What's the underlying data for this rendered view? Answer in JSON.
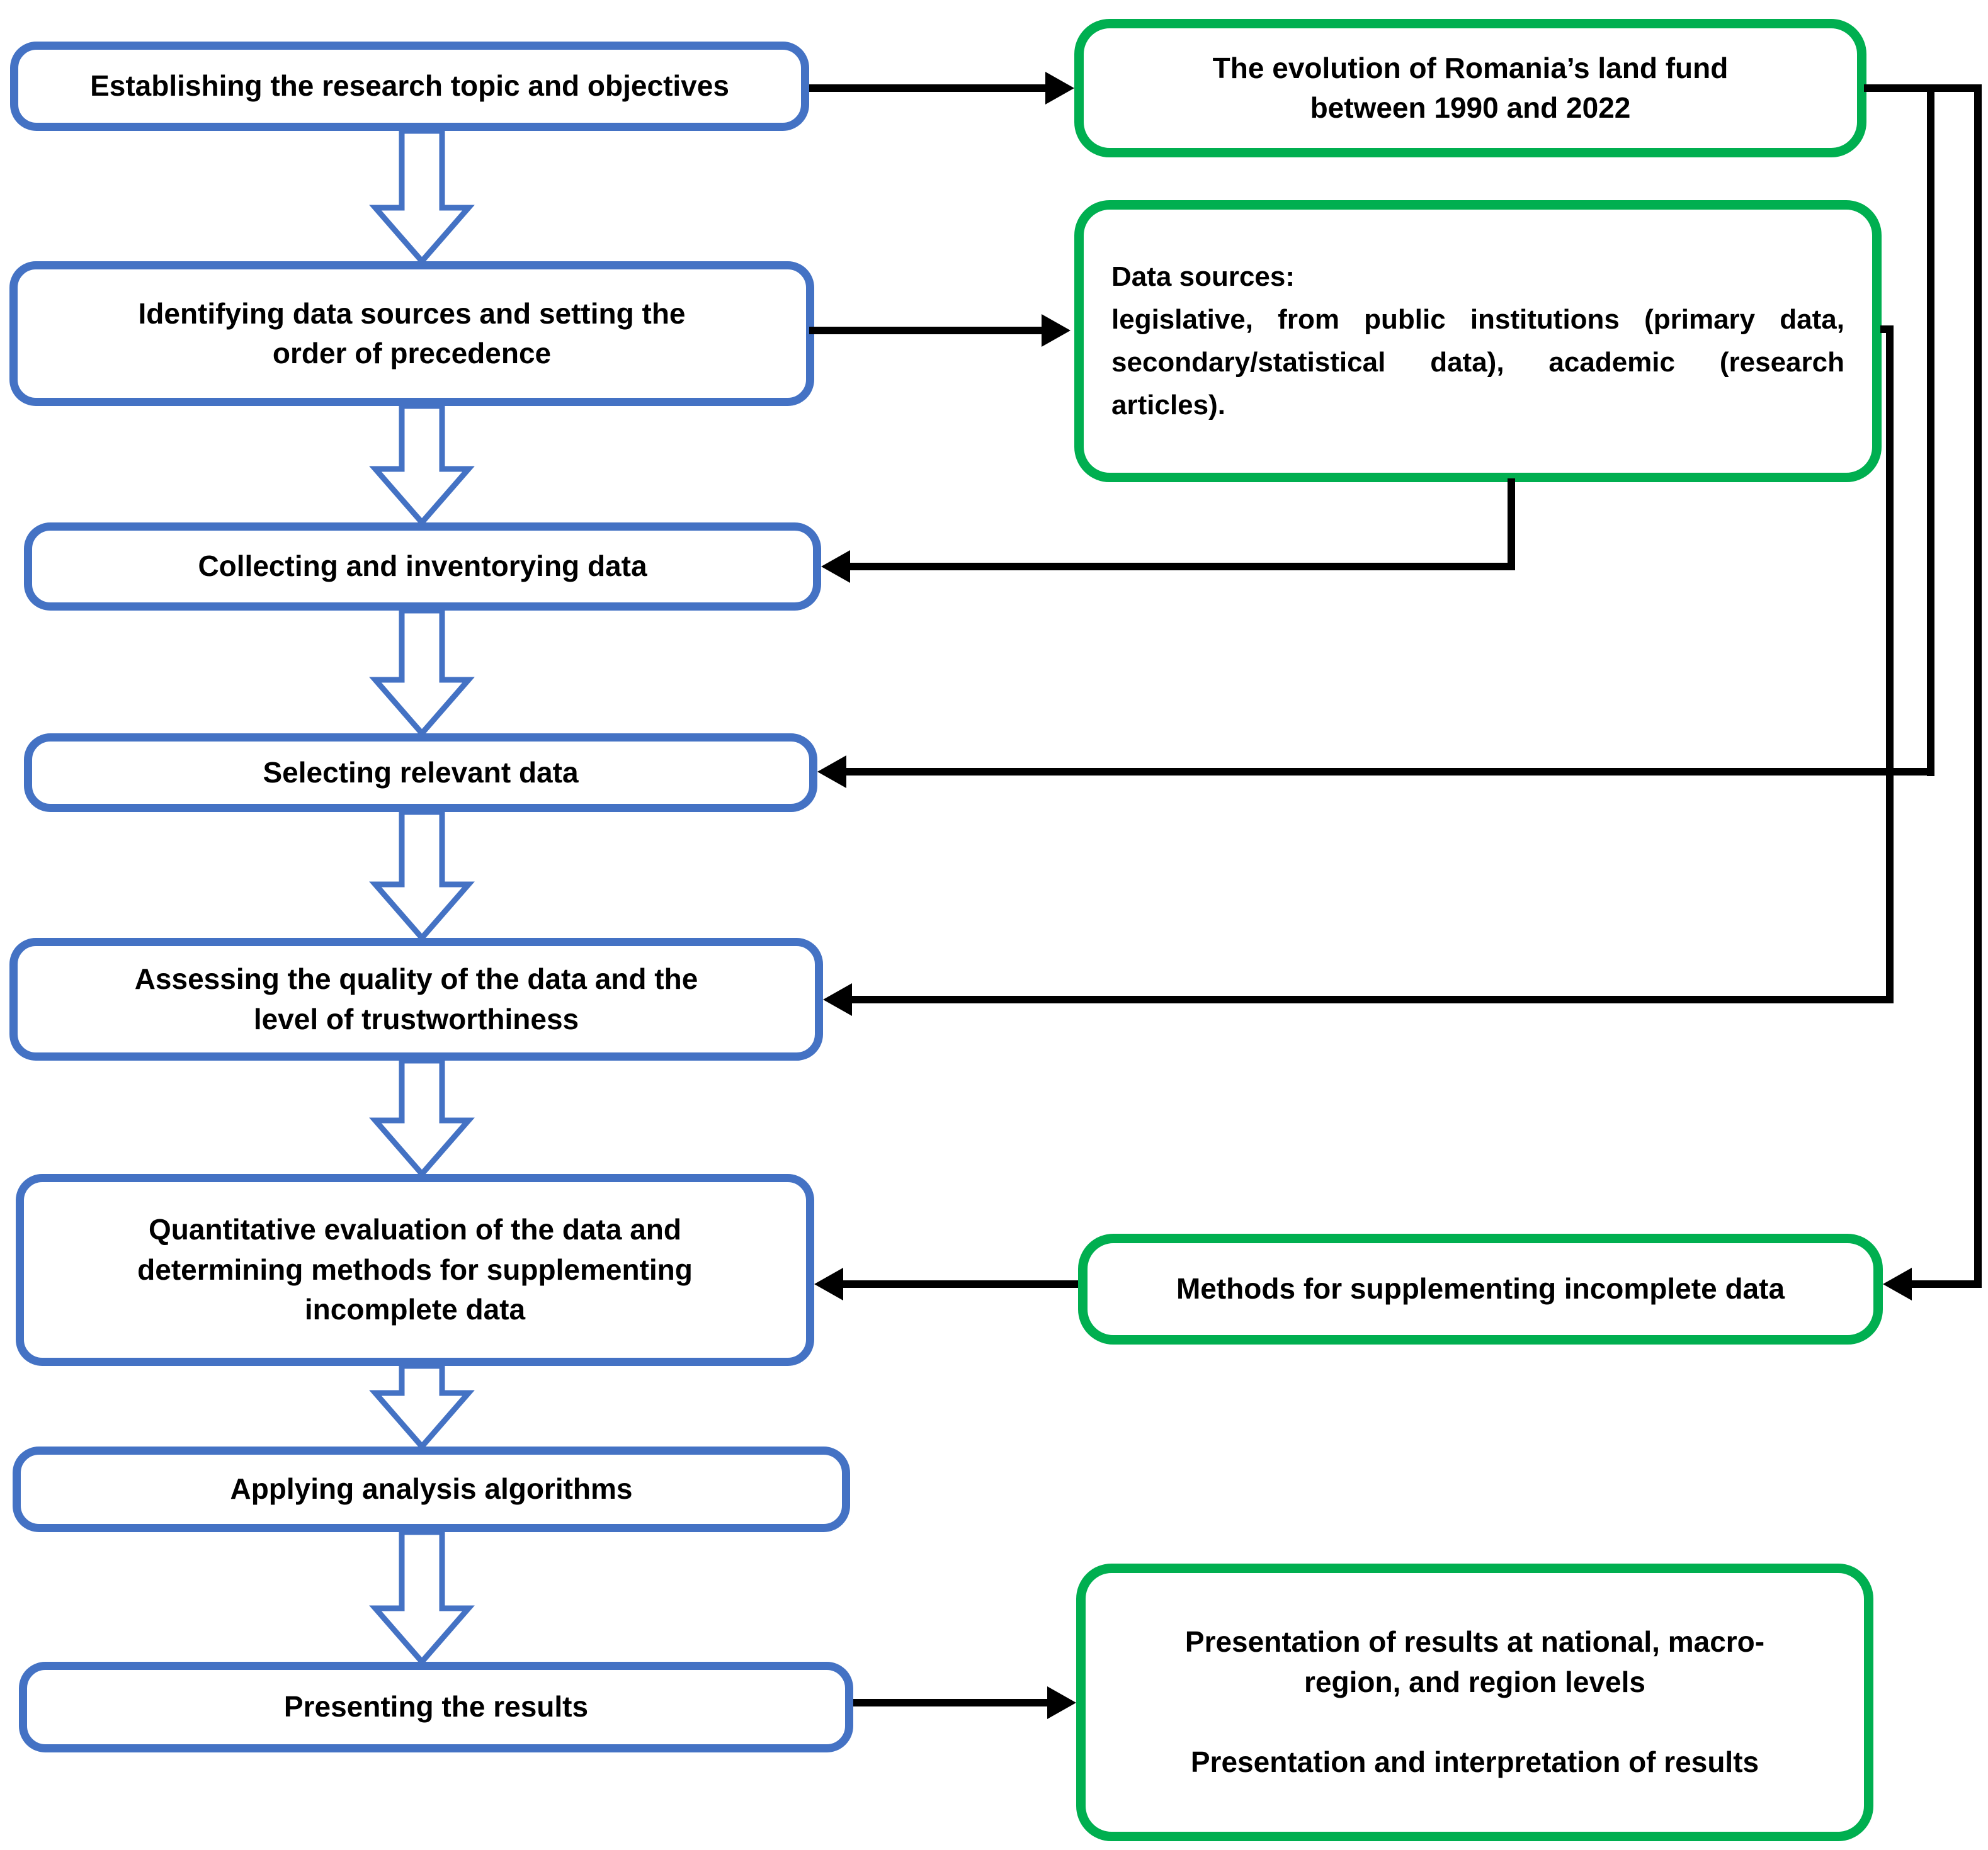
{
  "colors": {
    "step_border_blue": "#4472C4",
    "note_border_green": "#00AF50",
    "connector_black": "#000000",
    "text_black": "#000000",
    "background_white": "#FFFFFF"
  },
  "flow_steps": [
    {
      "label": "Establishing the research topic and objectives"
    },
    {
      "label": "Identifying data sources and setting the\norder of precedence"
    },
    {
      "label": "Collecting and inventorying data"
    },
    {
      "label": "Selecting relevant data"
    },
    {
      "label": "Assessing the quality of the data and the\nlevel of trustworthiness"
    },
    {
      "label": "Quantitative evaluation of the data and\ndetermining methods for supplementing\nincomplete data"
    },
    {
      "label": "Applying analysis algorithms"
    },
    {
      "label": "Presenting the results"
    }
  ],
  "notes": [
    {
      "label": "The evolution of Romania’s land fund\nbetween 1990 and 2022"
    },
    {
      "heading": "Data sources:",
      "body": "legislative, from public institutions (primary data, secondary/statistical data), academic (research articles)."
    },
    {
      "label": "Methods for supplementing incomplete data"
    },
    {
      "paragraph_1": "Presentation of results at national, macro-\nregion, and region levels",
      "paragraph_2": "Presentation and interpretation of results"
    }
  ]
}
